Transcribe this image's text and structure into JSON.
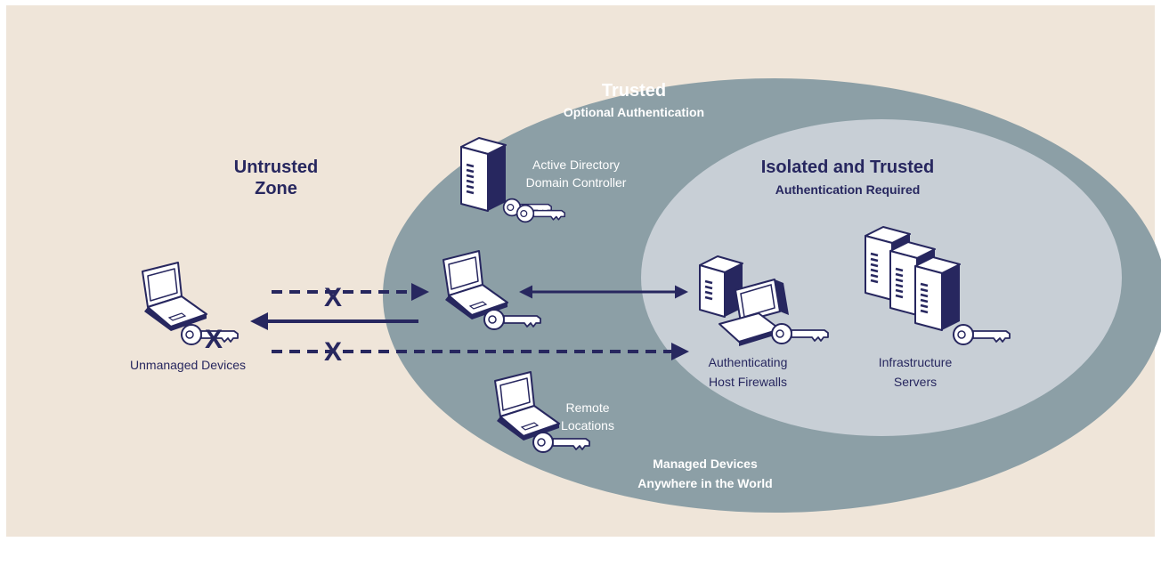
{
  "zones": {
    "untrusted": {
      "line1": "Untrusted",
      "line2": "Zone"
    },
    "trusted": {
      "title": "Trusted",
      "subtitle": "Optional Authentication"
    },
    "isolated": {
      "title": "Isolated and Trusted",
      "subtitle": "Authentication Required"
    },
    "managed": {
      "line1": "Managed Devices",
      "line2": "Anywhere in the World"
    }
  },
  "devices": {
    "active_directory": {
      "line1": "Active Directory",
      "line2": "Domain Controller"
    },
    "unmanaged": {
      "label": "Unmanaged Devices"
    },
    "remote": {
      "line1": "Remote",
      "line2": "Locations"
    },
    "host_firewalls": {
      "line1": "Authenticating",
      "line2": "Host Firewalls"
    },
    "infrastructure": {
      "line1": "Infrastructure",
      "line2": "Servers"
    }
  },
  "colors": {
    "background": "#efe5d9",
    "trusted_zone": "#8c9fa6",
    "isolated_zone": "#c8cfd6",
    "navy": "#27275f",
    "white": "#ffffff"
  },
  "icons": [
    "laptop-icon",
    "server-icon",
    "key-icon",
    "desktop-computer-icon",
    "server-rack-icon",
    "blocked-x-icon",
    "arrow-icon"
  ]
}
